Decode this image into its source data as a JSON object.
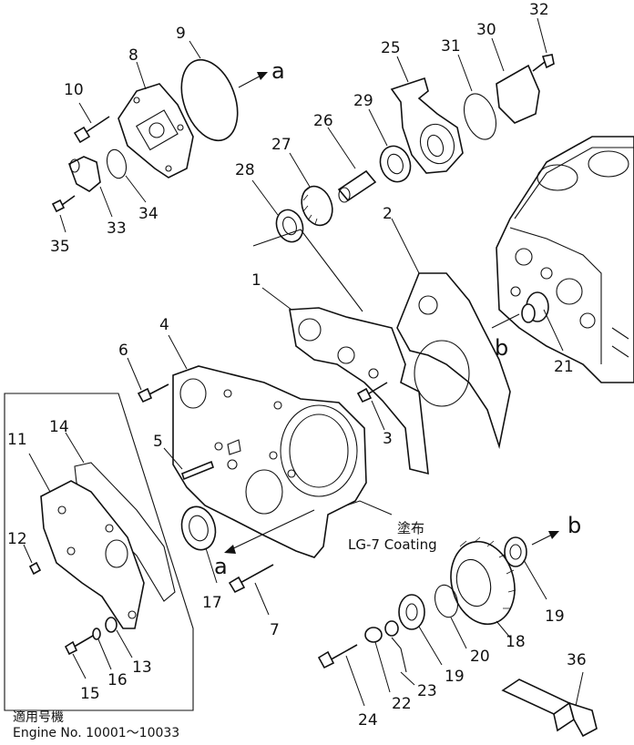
{
  "callouts": {
    "c1": "1",
    "c2": "2",
    "c3": "3",
    "c4": "4",
    "c5": "5",
    "c6": "6",
    "c7": "7",
    "c8": "8",
    "c9": "9",
    "c10": "10",
    "c11": "11",
    "c12": "12",
    "c13": "13",
    "c14": "14",
    "c15": "15",
    "c16": "16",
    "c17": "17",
    "c18": "18",
    "c19a": "19",
    "c19b": "19",
    "c20": "20",
    "c21": "21",
    "c22": "22",
    "c23": "23",
    "c24": "24",
    "c25": "25",
    "c26": "26",
    "c27": "27",
    "c28": "28",
    "c29": "29",
    "c30": "30",
    "c31": "31",
    "c32": "32",
    "c33": "33",
    "c34": "34",
    "c35": "35",
    "c36": "36"
  },
  "refs": {
    "a_top": "a",
    "a_bottom": "a",
    "b_right": "b",
    "b_block": "b"
  },
  "coating": {
    "jp": "塗布",
    "text": "LG-7  Coating"
  },
  "footer": {
    "jp": "適用号機",
    "engine": "Engine  No.  10001～10033"
  }
}
